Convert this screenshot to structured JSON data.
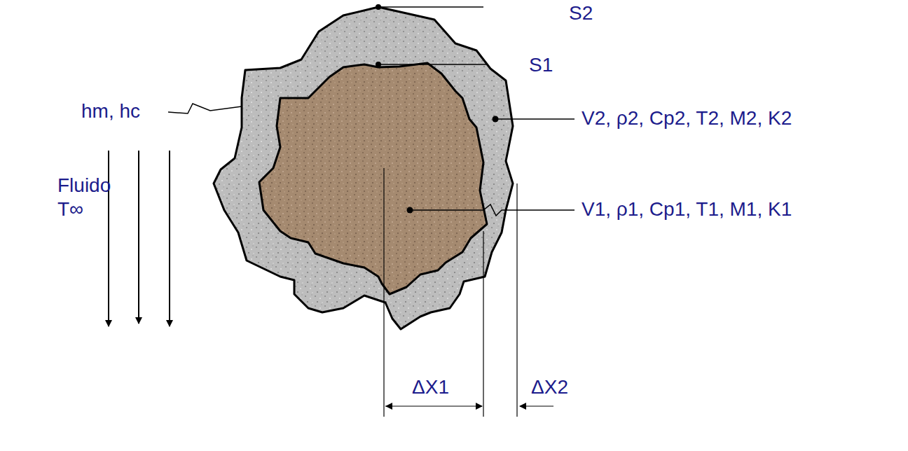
{
  "diagram": {
    "labels": [
      "S2",
      "S1",
      "hm, hc",
      "V2, ρ2, Cp2, T2, M2, K2",
      "V1, ρ1, Cp1, T1, M1, K1",
      "Fluido T∞",
      "ΔX1",
      "ΔX2"
    ]
  }
}
